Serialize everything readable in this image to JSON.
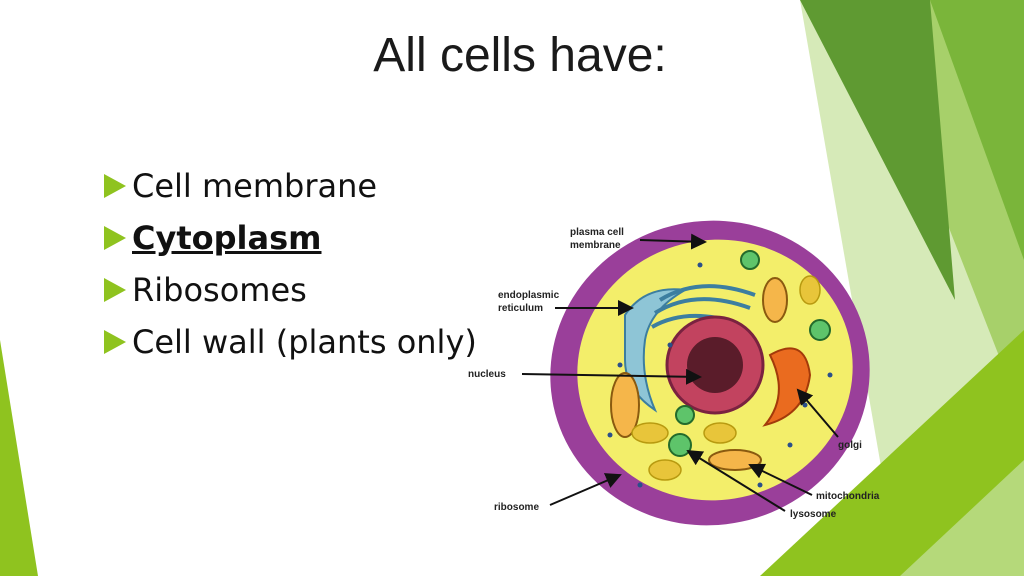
{
  "slide": {
    "title": "All cells have:",
    "bullets": [
      {
        "text": "Cell membrane",
        "emphasis": false
      },
      {
        "text": "Cytoplasm",
        "emphasis": true
      },
      {
        "text": "Ribosomes",
        "emphasis": false
      },
      {
        "text": "Cell wall (plants only)",
        "emphasis": false
      }
    ],
    "bullet_color": "#8fc31f"
  },
  "diagram": {
    "labels": {
      "plasma_membrane_1": "plasma cell",
      "plasma_membrane_2": "membrane",
      "er_1": "endoplasmic",
      "er_2": "reticulum",
      "nucleus": "nucleus",
      "golgi": "golgi",
      "ribosome": "ribosome",
      "mitochondria": "mitochondria",
      "lysosome": "lysosome"
    }
  },
  "theme": {
    "green_dark": "#5f9a32",
    "green_mid": "#7ab53a",
    "green_light": "#a7d06a",
    "green_pale": "#d6eab8"
  }
}
